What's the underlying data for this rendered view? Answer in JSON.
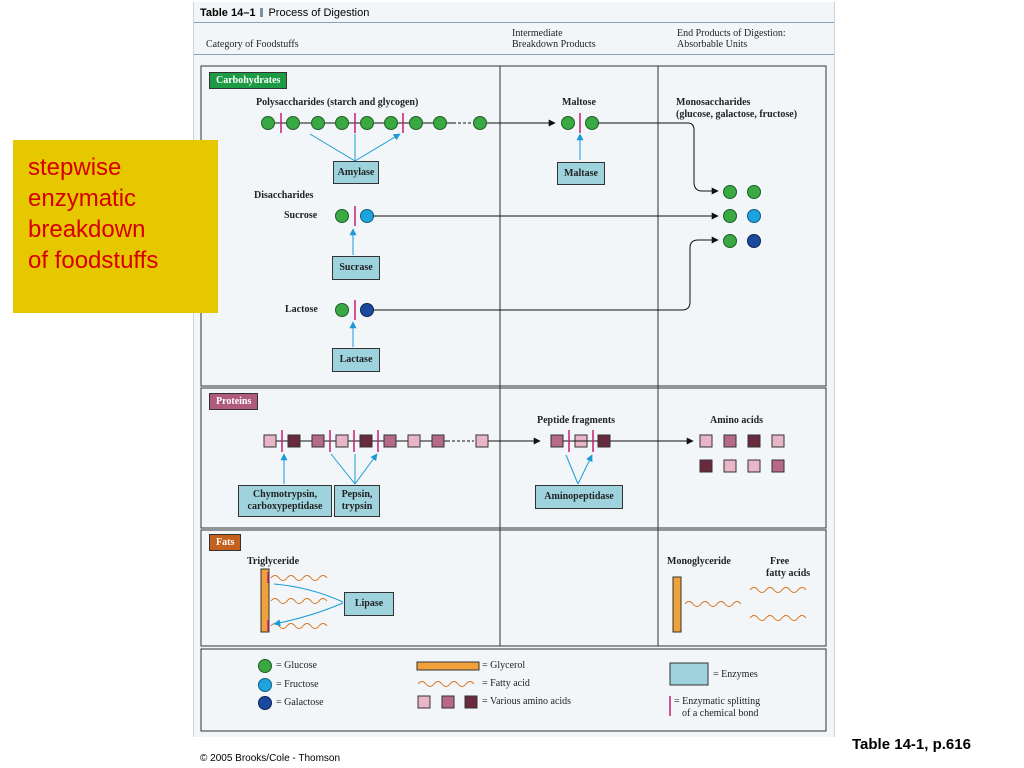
{
  "table": {
    "number": "Table 14–1",
    "title": "Process of Digestion",
    "col1_header": "Category of Foodstuffs",
    "col2_header_line1": "Intermediate",
    "col2_header_line2": "Breakdown Products",
    "col3_header_line1": "End Products of Digestion:",
    "col3_header_line2": "Absorbable Units"
  },
  "carbohydrates": {
    "section_label": "Carbohydrates",
    "polysaccharides": "Polysaccharides (starch and glycogen)",
    "maltose": "Maltose",
    "monosaccharides_line1": "Monosaccharides",
    "monosaccharides_line2": "(glucose, galactose, fructose)",
    "disaccharides": "Disaccharides",
    "sucrose": "Sucrose",
    "lactose": "Lactose",
    "enzymes": {
      "amylase": "Amylase",
      "maltase": "Maltase",
      "sucrase": "Sucrase",
      "lactase": "Lactase"
    }
  },
  "proteins": {
    "section_label": "Proteins",
    "peptide_fragments": "Peptide fragments",
    "amino_acids": "Amino acids",
    "enzymes": {
      "chymotrypsin_line1": "Chymotrypsin,",
      "chymotrypsin_line2": "carboxypeptidase",
      "pepsin_line1": "Pepsin,",
      "pepsin_line2": "trypsin",
      "aminopeptidase": "Aminopeptidase"
    }
  },
  "fats": {
    "section_label": "Fats",
    "triglyceride": "Triglyceride",
    "lipase": "Lipase",
    "monoglyceride": "Monoglyceride",
    "free_fatty_acids_line1": "Free",
    "free_fatty_acids_line2": "fatty acids"
  },
  "legend": {
    "glucose": "= Glucose",
    "fructose": "= Fructose",
    "galactose": "= Galactose",
    "glycerol": "= Glycerol",
    "fatty_acid": "= Fatty acid",
    "amino_acids": "= Various amino acids",
    "enzymes": "= Enzymes",
    "splitting_line1": "= Enzymatic splitting",
    "splitting_line2": "of a chemical bond"
  },
  "callout": {
    "line1": "stepwise",
    "line2": "enzymatic",
    "line3": "breakdown",
    "line4": "of foodstuffs"
  },
  "caption": "Table 14-1, p.616",
  "copyright": "© 2005 Brooks/Cole - Thomson",
  "colors": {
    "glucose": "#3aa843",
    "fructose": "#1fa3e0",
    "galactose": "#1a4aa0",
    "enzyme_box": "#9ed3de",
    "carbohydrates_label": "#1d9a44",
    "proteins_label": "#b05a7e",
    "fats_label": "#c4611e",
    "glycerol": "#f0a13c",
    "fatty_acid": "#d9731a",
    "amino_light": "#e8b6c6",
    "amino_mid": "#b66a86",
    "amino_dark": "#6a2a3e",
    "bond_split": "#c81e72",
    "arrow_blue": "#1a9ad6",
    "callout_bg": "#e6c800",
    "callout_text": "#d60000"
  }
}
